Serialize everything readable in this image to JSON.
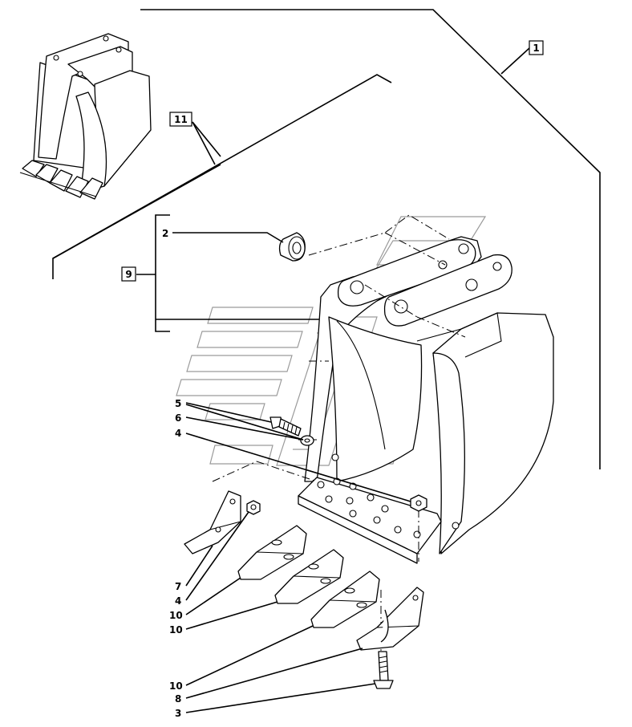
{
  "callouts": {
    "assembly": "1",
    "bushing": "2",
    "bolt_long": "3",
    "nut_upper": "4",
    "nut_lower": "4",
    "bolt_short": "5",
    "washer": "6",
    "side_cutter": "7",
    "side_cutter_right": "8",
    "kit": "9",
    "tooth_1": "10",
    "tooth_2": "10",
    "tooth_3": "10",
    "bucket_small": "11"
  },
  "colors": {
    "ink": "#000000",
    "watermark": "#9a9a9a",
    "background": "#ffffff"
  },
  "icons": {
    "watermark": "manufacturer-logo-watermark"
  }
}
